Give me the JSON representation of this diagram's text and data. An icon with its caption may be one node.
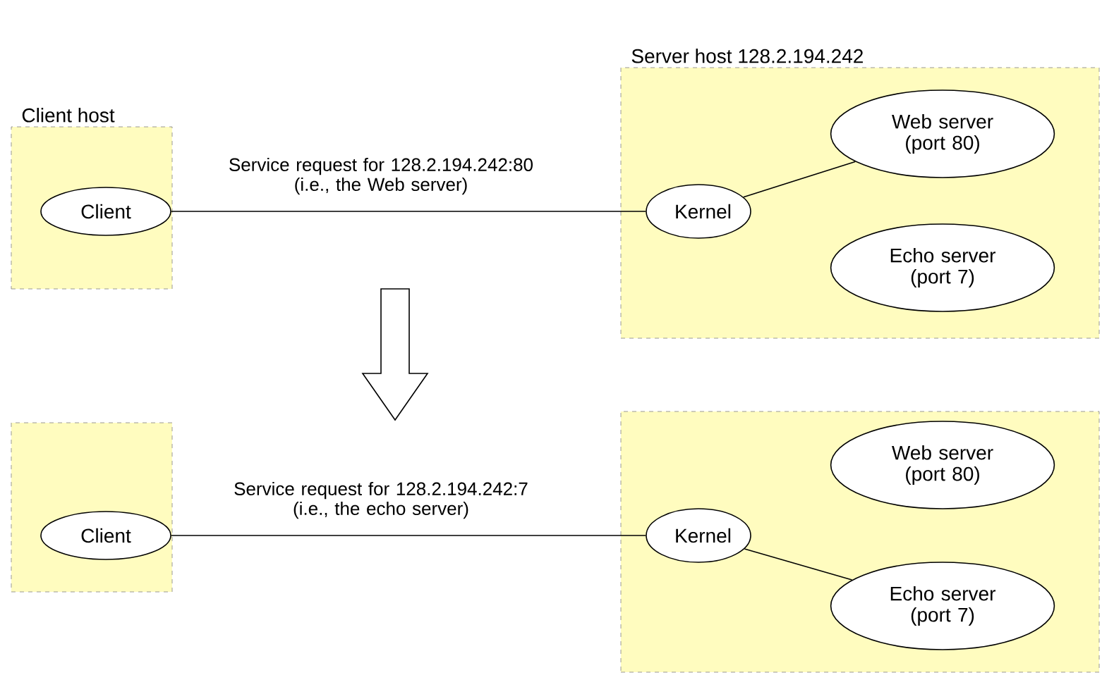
{
  "diagram": {
    "nodes": [
      {
        "text": [
          "Client host"
        ]
      },
      {
        "text": [
          "Client"
        ],
        "in": 0
      },
      {
        "text": [
          "Server host 128.2.194.242"
        ]
      },
      {
        "text": [
          "Kernel"
        ],
        "in": 2
      },
      {
        "text": [
          "Web server (port 80)"
        ],
        "in": 2
      },
      {
        "text": [
          "Echo server (port 7)"
        ],
        "in": 2
      },
      {
        "text": [],
        "shape": "box"
      },
      {
        "text": [
          "Client"
        ],
        "in": 6
      },
      {
        "text": [],
        "shape": "box"
      },
      {
        "text": [
          "Kernel"
        ],
        "in": 8
      },
      {
        "text": [
          "Web server (port 80)"
        ],
        "in": 8
      },
      {
        "text": [
          "Echo server (port 7)"
        ],
        "in": 8
      }
    ],
    "edges": [
      {
        "from": 1,
        "to": 3,
        "arrow": "none",
        "label": "Service request for 128.2.194.242:80 (i.e., the Web server)"
      },
      {
        "from": 3,
        "to": 4,
        "arrow": "none"
      },
      {
        "from": 7,
        "to": 9,
        "arrow": "none",
        "label": "Service request for 128.2.194.242:7 (i.e., the echo server)"
      },
      {
        "from": 9,
        "to": 11,
        "arrow": "none"
      }
    ]
  }
}
